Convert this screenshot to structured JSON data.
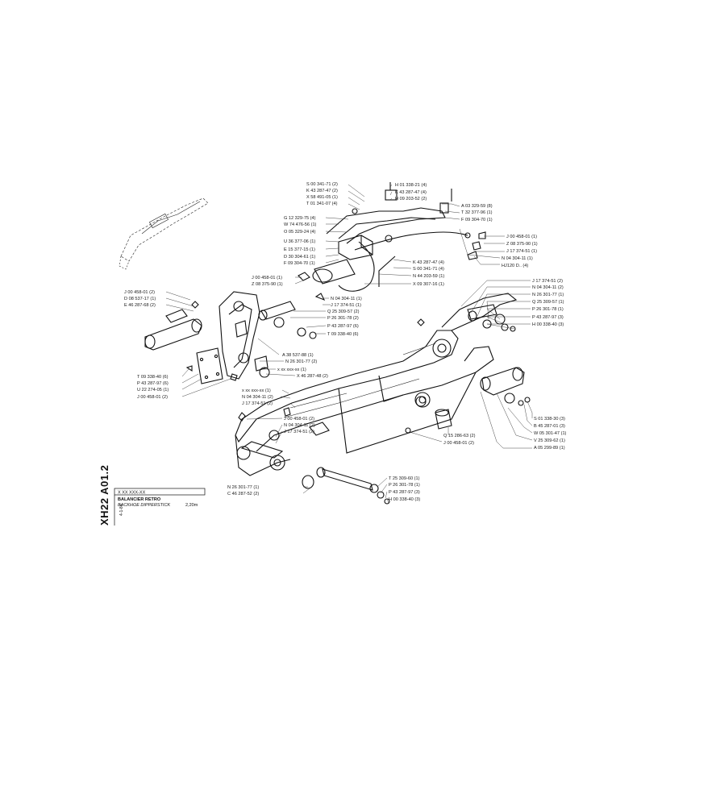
{
  "drawing_code": "XH22 A01.2",
  "title_block": {
    "ref_row": "X XX XXX-XX",
    "date": "4-1-84",
    "name_fr": "BALANCIER RETRO",
    "name_en": "BACKHOE DIPPERSTICK",
    "size": "2,20m"
  },
  "callouts": {
    "top_left": [
      "S 00 341-71 (2)",
      "K 43 287-47 (2)",
      "X 58 491-05 (1)",
      "T 01 341-07 (4)",
      "G 12 329-75 (4)",
      "W 74 476-56 (1)",
      "O 05 329-24 (4)",
      "U 36 377-06 (1)",
      "E 15 377-15 (1)",
      "D 30 304-61 (1)",
      "F 09 304-70 (1)"
    ],
    "top_center": [
      "H 01 338-21 (4)",
      "K 43 287-47 (4)",
      "H 09 203-52 (2)"
    ],
    "top_right": [
      "A 03 329-59 (8)",
      "T 32 377-96 (1)",
      "F 09 304-70 (1)",
      "J 00 458-01 (1)",
      "Z 08 375-90 (1)",
      "J 17 374-51 (1)",
      "N 04 304-11 (1)",
      "HJ120 D.. (4)"
    ],
    "mid_center": [
      "K 43 287-47 (4)",
      "S 00 341-71 (4)",
      "N 44 203-59 (1)",
      "X 09 307-16 (1)"
    ],
    "hose_left": [
      "J 00 458-01 (1)",
      "Z 08 375-90 (1)"
    ],
    "pin_group": [
      "N 04 304-11 (1)",
      "J 17 374-51 (1)",
      "Q 25 309-57 (2)",
      "P 26 301-78 (2)",
      "P 43 287-97 (6)",
      "T 09 338-40 (6)"
    ],
    "left_link": [
      "J 00 458-01 (2)",
      "D 08 537-17 (1)",
      "E 46 287-68 (2)"
    ],
    "plate_group": [
      "A 38 537-88 (1)",
      "N 26 301-77 (2)",
      "x xx xxx-xx (1)",
      "X 46 287-48 (2)"
    ],
    "lower_left": [
      "T 09 338-40 (6)",
      "P 43 287-97 (6)",
      "U 22 274-05 (1)",
      "J 00 458-01 (2)"
    ],
    "right_top": [
      "J 17 374-51 (2)",
      "N 04 304-11 (2)",
      "N 26 301-77 (1)",
      "Q 25 309-57 (1)",
      "P 26 301-78 (1)",
      "P 43 287-97 (3)",
      "H 00 338-40 (3)"
    ],
    "right_link": [
      "S 01 338-30 (3)",
      "B 45 287-01 (3)",
      "W 05 301-47 (1)",
      "V 25 309-62 (1)",
      "A 05 299-89 (1)"
    ],
    "arm_mid": [
      "x xx xxx-xx (1)",
      "N 04 304-11 (2)",
      "J 17 374-51 (2)"
    ],
    "bushing": [
      "Q 15 286-63 (2)",
      "J 00 458-01 (2)"
    ],
    "nose_left": [
      "J 00 458-01 (2)",
      "N 04 304-11 (2)",
      "J 17 374-51 (2)"
    ],
    "bottom_left": [
      "N 26 301-77 (1)",
      "C 46 287-52 (2)"
    ],
    "bottom_right": [
      "T 25 309-60 (1)",
      "P 26 301-78 (1)",
      "P 43 287-97 (3)",
      "H 00 338-40 (3)"
    ]
  }
}
